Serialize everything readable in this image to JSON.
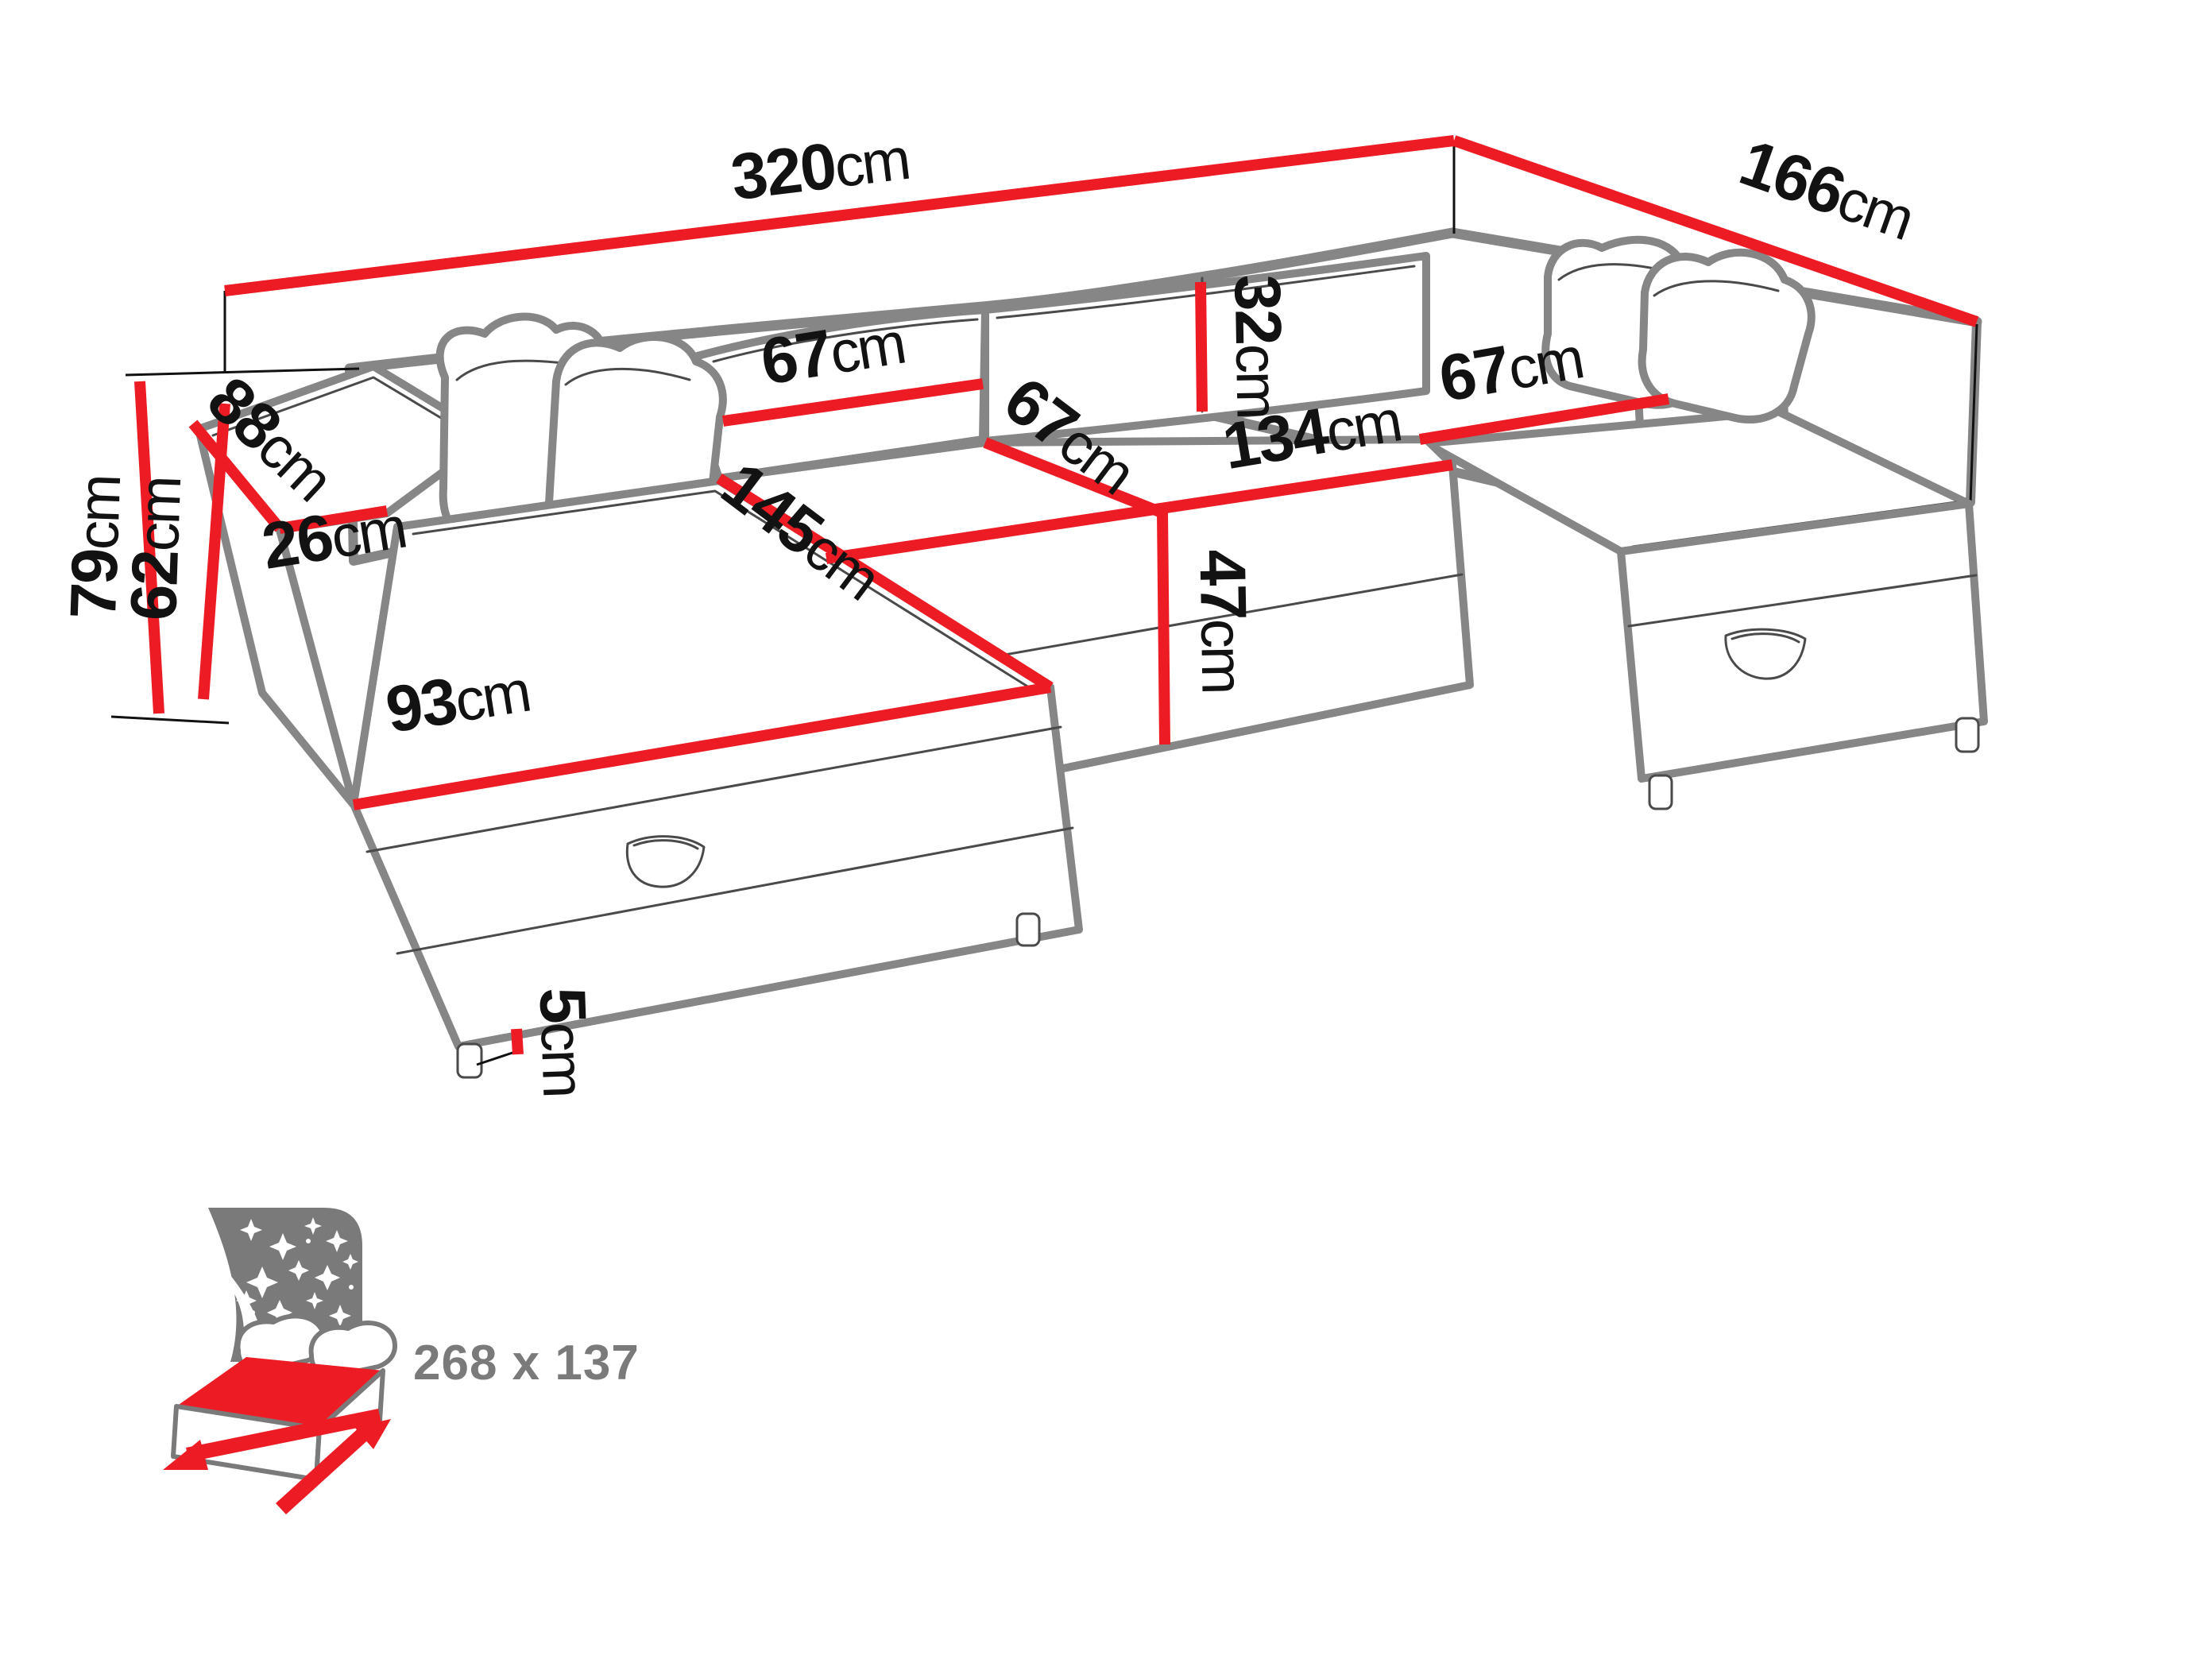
{
  "diagram": {
    "title": "U-shaped sofa bed dimension diagram",
    "colors": {
      "dimension_line_red": "#ed1c24",
      "sofa_outline_gray": "#868686",
      "label_black": "#121212",
      "icon_gray": "#7a7a7a",
      "background": "#ffffff"
    },
    "measurements": [
      {
        "id": "total-width",
        "value": "320",
        "unit": "cm"
      },
      {
        "id": "total-depth",
        "value": "166",
        "unit": "cm"
      },
      {
        "id": "armrest-length",
        "value": "88",
        "unit": "cm"
      },
      {
        "id": "armrest-width",
        "value": "26",
        "unit": "cm"
      },
      {
        "id": "total-height",
        "value": "79",
        "unit": "cm"
      },
      {
        "id": "armrest-height",
        "value": "62",
        "unit": "cm"
      },
      {
        "id": "backrest-cushion-width",
        "value": "67",
        "unit": "cm"
      },
      {
        "id": "backrest-height",
        "value": "32",
        "unit": "cm"
      },
      {
        "id": "middle-seat-depth",
        "value": "67",
        "unit": "cm"
      },
      {
        "id": "middle-seat-width",
        "value": "134",
        "unit": "cm"
      },
      {
        "id": "seat-height",
        "value": "47",
        "unit": "cm"
      },
      {
        "id": "chaise-length",
        "value": "145",
        "unit": "cm"
      },
      {
        "id": "chaise-width",
        "value": "93",
        "unit": "cm"
      },
      {
        "id": "right-seat-depth",
        "value": "67",
        "unit": "cm"
      },
      {
        "id": "leg-height",
        "value": "5",
        "unit": "cm"
      }
    ],
    "sleeping_area": {
      "label": "268 x 137"
    }
  }
}
